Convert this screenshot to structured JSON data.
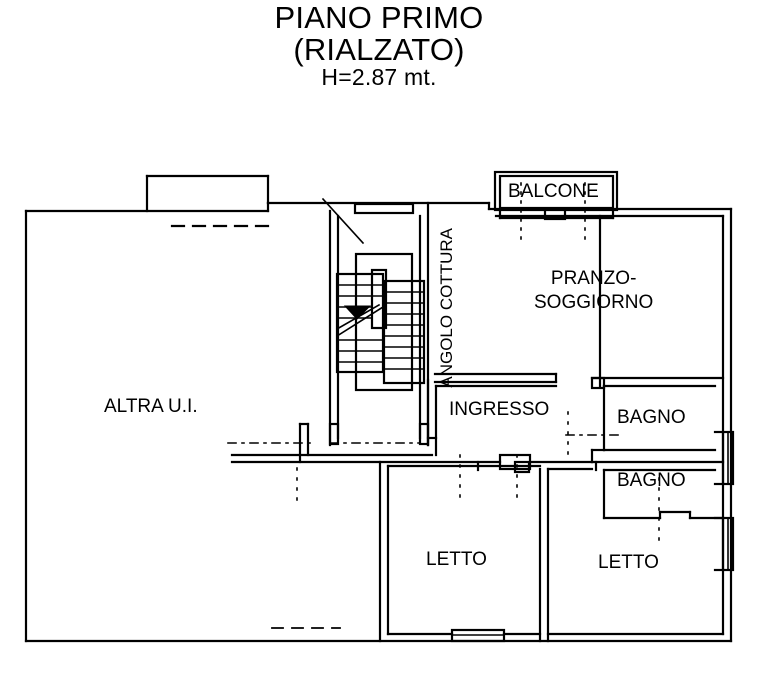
{
  "title": {
    "line1": "PIANO PRIMO",
    "line2": "(RIALZATO)",
    "line3": "H=2.87 mt."
  },
  "rooms": {
    "altra_ui": "ALTRA U.I.",
    "pranzo_line1": "PRANZO-",
    "pranzo_line2": "SOGGIORNO",
    "angolo_cottura": "ANGOLO COTTURA",
    "ingresso": "INGRESSO",
    "balcone": "BALCONE",
    "bagno_1": "BAGNO",
    "bagno_2": "BAGNO",
    "letto_1": "LETTO",
    "letto_2": "LETTO"
  },
  "colors": {
    "line": "#000000",
    "background": "#ffffff"
  },
  "drawing": {
    "type": "floor-plan",
    "units": "mt.",
    "ceiling_height": "2.87",
    "floor_name": "PIANO PRIMO (RIALZATO)"
  }
}
